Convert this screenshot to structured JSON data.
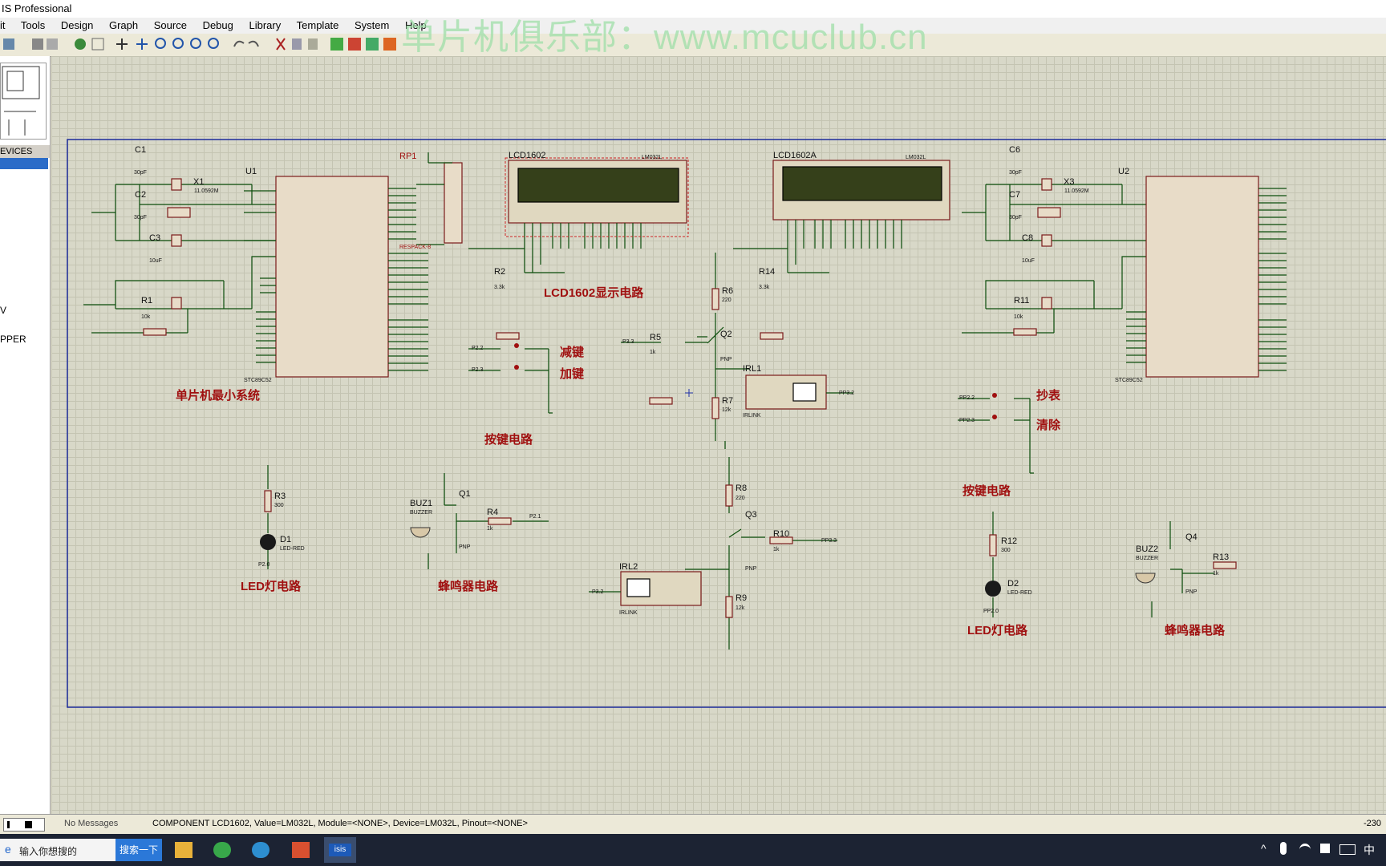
{
  "app": {
    "title": "IS Professional"
  },
  "menu": [
    "it",
    "Tools",
    "Design",
    "Graph",
    "Source",
    "Debug",
    "Library",
    "Template",
    "System",
    "Help"
  ],
  "watermark": "单片机俱乐部：www.mcuclub.cn",
  "devices_panel": {
    "header": "EVICES",
    "items": [
      "V",
      "PPER"
    ]
  },
  "status": {
    "messages": "No Messages",
    "component": "COMPONENT LCD1602, Value=LM032L, Module=<NONE>, Device=LM032L, Pinout=<NONE>",
    "coord": "-230"
  },
  "taskbar": {
    "search_placeholder": "输入你想搜的",
    "search_button": "搜索一下",
    "ime": "中"
  },
  "schematic": {
    "captions": {
      "mcu_min": "单片机最小系统",
      "lcd_display": "LCD1602显示电路",
      "key_circuit1": "按键电路",
      "key_circuit2": "按键电路",
      "led1": "LED灯电路",
      "led2": "LED灯电路",
      "buzzer1": "蜂鸣器电路",
      "buzzer2": "蜂鸣器电路",
      "dec": "减键",
      "inc": "加键",
      "read": "抄表",
      "clear": "清除"
    },
    "parts": {
      "C1": "C1",
      "C2": "C2",
      "C3": "C3",
      "cap30pf": "30pF",
      "cap10uf": "10uF",
      "X1": "X1",
      "xtal": "11.0592M",
      "U1": "U1",
      "U2": "U2",
      "mcu": "STC89C52",
      "R1": "R1",
      "r10k": "10k",
      "RP1": "RP1",
      "respack": "RESPACK-8",
      "lcd1": "LCD1602",
      "lcd2": "LCD1602A",
      "lm032l": "LM032L",
      "R2": "R2",
      "R14": "R14",
      "r33k": "3.3k",
      "R6": "R6",
      "R8": "R8",
      "r220": "220",
      "R5": "R5",
      "R10": "R10",
      "r1k": "1k",
      "Q2": "Q2",
      "Q3": "Q3",
      "Q1": "Q1",
      "Q4": "Q4",
      "pnp": "PNP",
      "IRL1": "IRL1",
      "IRL2": "IRL2",
      "irlink": "IRLINK",
      "R7": "R7",
      "R9": "R9",
      "r12k": "12k",
      "R3": "R3",
      "R12": "R12",
      "r300": "300",
      "D1": "D1",
      "D2": "D2",
      "ledred": "LED-RED",
      "BUZ1": "BUZ1",
      "BUZ2": "BUZ2",
      "buzzer": "BUZZER",
      "R4": "R4",
      "R13": "R13",
      "C6": "C6",
      "C7": "C7",
      "C8": "C8",
      "X3": "X3",
      "R11": "R11"
    },
    "nets": {
      "p22": "P2.2",
      "p23": "P2.3",
      "p33": "P3.3",
      "p32": "P3.2",
      "p21": "P2.1",
      "pp22": "PP2.2",
      "pp23": "PP2.3",
      "pp33": "PP3.3",
      "pp32": "PP3.2",
      "p20": "P2.0",
      "pp20": "PP2.0"
    }
  }
}
